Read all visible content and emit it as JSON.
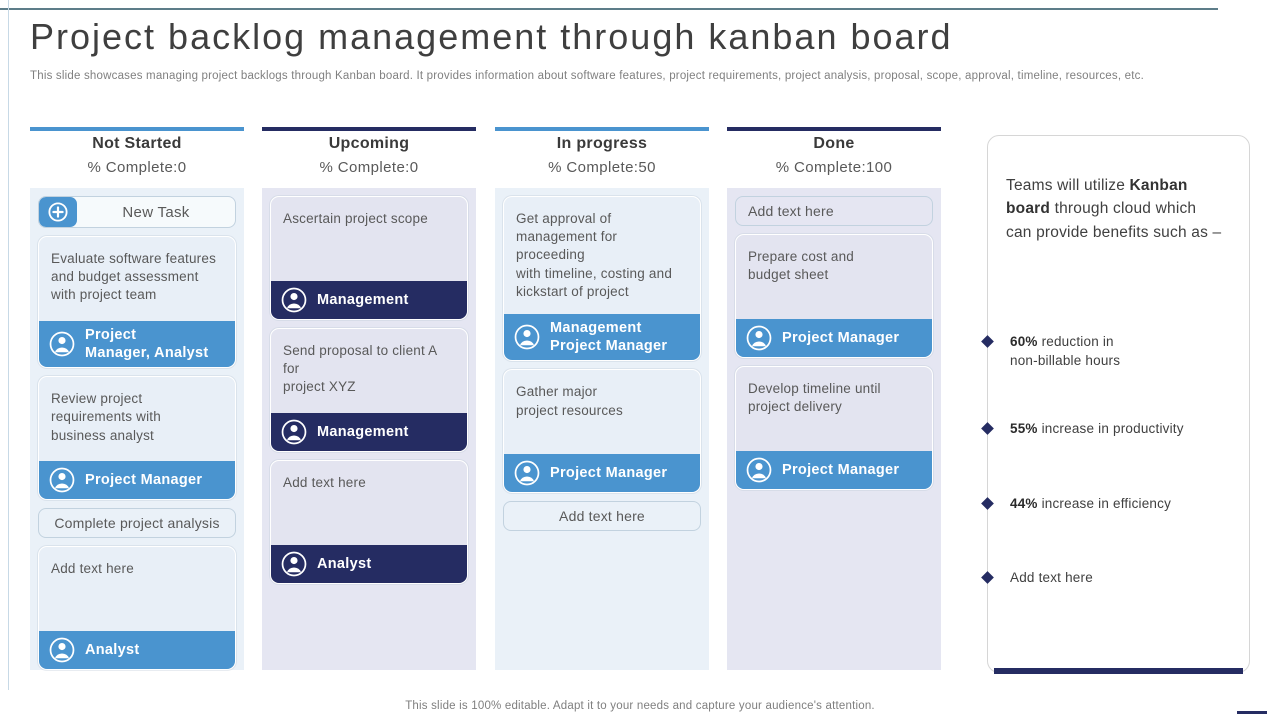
{
  "slide": {
    "title": "Project backlog management through kanban board",
    "subtitle": "This slide showcases managing project backlogs through Kanban board. It provides information about software features, project requirements, project analysis, proposal, scope, approval, timeline, resources, etc.",
    "footer": "This slide is 100% editable. Adapt it to your needs and capture your audience's attention."
  },
  "colors": {
    "blue": "#4a94cf",
    "navy": "#252c62",
    "col_bg_blue": "#eaf1f8",
    "col_bg_lavender": "#e5e6f2",
    "card_bg_blue": "#e8eff7",
    "card_bg_lavender": "#e3e4f0"
  },
  "columns": [
    {
      "id": "not-started",
      "title": "Not Started",
      "progress": "% Complete:0",
      "accent": "#4a94cf",
      "assignee_color": "#4a94cf",
      "bg": "#eaf1f8",
      "card_bg": "#e8eff7",
      "items": [
        {
          "type": "new-task",
          "label": "New Task"
        },
        {
          "type": "card",
          "text": "Evaluate software features\nand budget assessment\nwith project team",
          "assignee": "Project\nManager, Analyst"
        },
        {
          "type": "card",
          "text": "Review project\nrequirements with\nbusiness analyst",
          "assignee": "Project Manager"
        },
        {
          "type": "plain",
          "text": "Complete project analysis",
          "align": "center"
        },
        {
          "type": "card",
          "text": "Add text here",
          "assignee": "Analyst"
        }
      ]
    },
    {
      "id": "upcoming",
      "title": "Upcoming",
      "progress": "% Complete:0",
      "accent": "#252c62",
      "assignee_color": "#252c62",
      "bg": "#e5e6f2",
      "card_bg": "#e3e4f0",
      "items": [
        {
          "type": "card",
          "text": "Ascertain project scope",
          "assignee": "Management"
        },
        {
          "type": "card",
          "text": "Send proposal to client A for\nproject XYZ",
          "assignee": "Management"
        },
        {
          "type": "card",
          "text": "Add text here",
          "assignee": "Analyst"
        }
      ]
    },
    {
      "id": "in-progress",
      "title": "In progress",
      "progress": "% Complete:50",
      "accent": "#4a94cf",
      "assignee_color": "#4a94cf",
      "bg": "#eaf1f8",
      "card_bg": "#e8eff7",
      "items": [
        {
          "type": "card",
          "text": "Get approval of\nmanagement for proceeding\nwith timeline, costing and\nkickstart of project",
          "assignee": "Management\nProject Manager"
        },
        {
          "type": "card",
          "text": "Gather major\nproject resources",
          "assignee": "Project Manager"
        },
        {
          "type": "plain",
          "text": "Add text here",
          "align": "center"
        }
      ]
    },
    {
      "id": "done",
      "title": "Done",
      "progress": "% Complete:100",
      "accent": "#252c62",
      "assignee_color": "#4a94cf",
      "bg": "#e5e6f2",
      "card_bg": "#e3e4f0",
      "items": [
        {
          "type": "plain",
          "text": "Add text here",
          "align": "left"
        },
        {
          "type": "card",
          "text": "Prepare cost and\nbudget sheet",
          "assignee": "Project Manager"
        },
        {
          "type": "card",
          "text": "Develop timeline until\nproject delivery",
          "assignee": "Project Manager"
        }
      ]
    }
  ],
  "benefits": {
    "intro_segments": [
      {
        "text": "Teams will utilize ",
        "bold": false
      },
      {
        "text": "Kanban board",
        "bold": true
      },
      {
        "text": " through cloud which can provide benefits such as –",
        "bold": false
      }
    ],
    "items": [
      {
        "highlight": "60%",
        "rest": " reduction in\nnon-billable hours"
      },
      {
        "highlight": "55%",
        "rest": " increase in productivity"
      },
      {
        "highlight": "44%",
        "rest": " increase in efficiency"
      },
      {
        "highlight": "",
        "rest": "Add text here"
      }
    ]
  }
}
